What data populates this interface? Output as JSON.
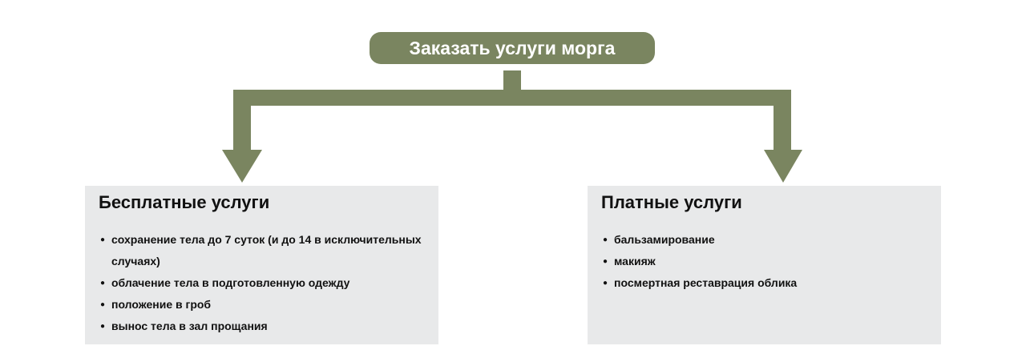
{
  "title": "Заказать услуги морга",
  "accent_color": "#7a8560",
  "free": {
    "heading": "Бесплатные услуги",
    "items": [
      "сохранение тела до 7 суток (и до 14 в исключительных случаях)",
      "облачение тела в подготовленную одежду",
      "положение в гроб",
      "вынос тела в зал прощания"
    ]
  },
  "paid": {
    "heading": "Платные услуги",
    "items": [
      "бальзамирование",
      "макияж",
      "посмертная реставрация облика"
    ]
  }
}
